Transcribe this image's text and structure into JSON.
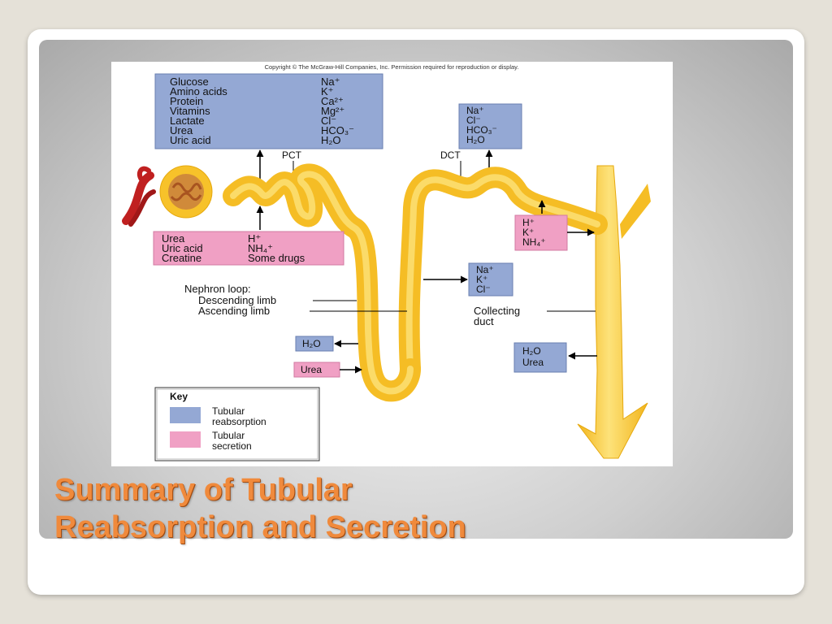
{
  "slide": {
    "title_line1": "Summary of Tubular",
    "title_line2": "Reabsorption and Secretion"
  },
  "figure": {
    "copyright": "Copyright © The McGraw-Hill Companies, Inc. Permission required for reproduction or display.",
    "pct_reabsorption": {
      "organic": [
        "Glucose",
        "Amino acids",
        "Protein",
        "Vitamins",
        "Lactate",
        "Urea",
        "Uric acid"
      ],
      "ions": [
        "Na⁺",
        "K⁺",
        "Ca²⁺",
        "Mg²⁺",
        "Cl⁻",
        "HCO₃⁻",
        "H₂O"
      ]
    },
    "pct_secretion": {
      "left": [
        "Urea",
        "Uric acid",
        "Creatine"
      ],
      "right": [
        "H⁺",
        "NH₄⁺",
        "Some drugs"
      ]
    },
    "dct_reabsorption": [
      "Na⁺",
      "Cl⁻",
      "HCO₃⁻",
      "H₂O"
    ],
    "dct_secretion": [
      "H⁺",
      "K⁺",
      "NH₄⁺"
    ],
    "loop_reabsorption": [
      "Na⁺",
      "K⁺",
      "Cl⁻"
    ],
    "labels": {
      "pct": "PCT",
      "dct": "DCT",
      "nephron_loop": "Nephron loop:",
      "descending_limb": "Descending limb",
      "ascending_limb": "Ascending limb",
      "collecting_duct_1": "Collecting",
      "collecting_duct_2": "duct",
      "descending_h2o": "H₂O",
      "descending_urea": "Urea",
      "duct_h2o": "H₂O",
      "duct_urea": "Urea"
    },
    "key": {
      "title": "Key",
      "reabsorption_1": "Tubular",
      "reabsorption_2": "reabsorption",
      "secretion_1": "Tubular",
      "secretion_2": "secretion"
    },
    "colors": {
      "reabsorption": "#94a8d4",
      "secretion": "#f0a0c4",
      "tubule": "#f7c22a",
      "tubule_light": "#fde27a",
      "title": "#f08a3c"
    }
  }
}
